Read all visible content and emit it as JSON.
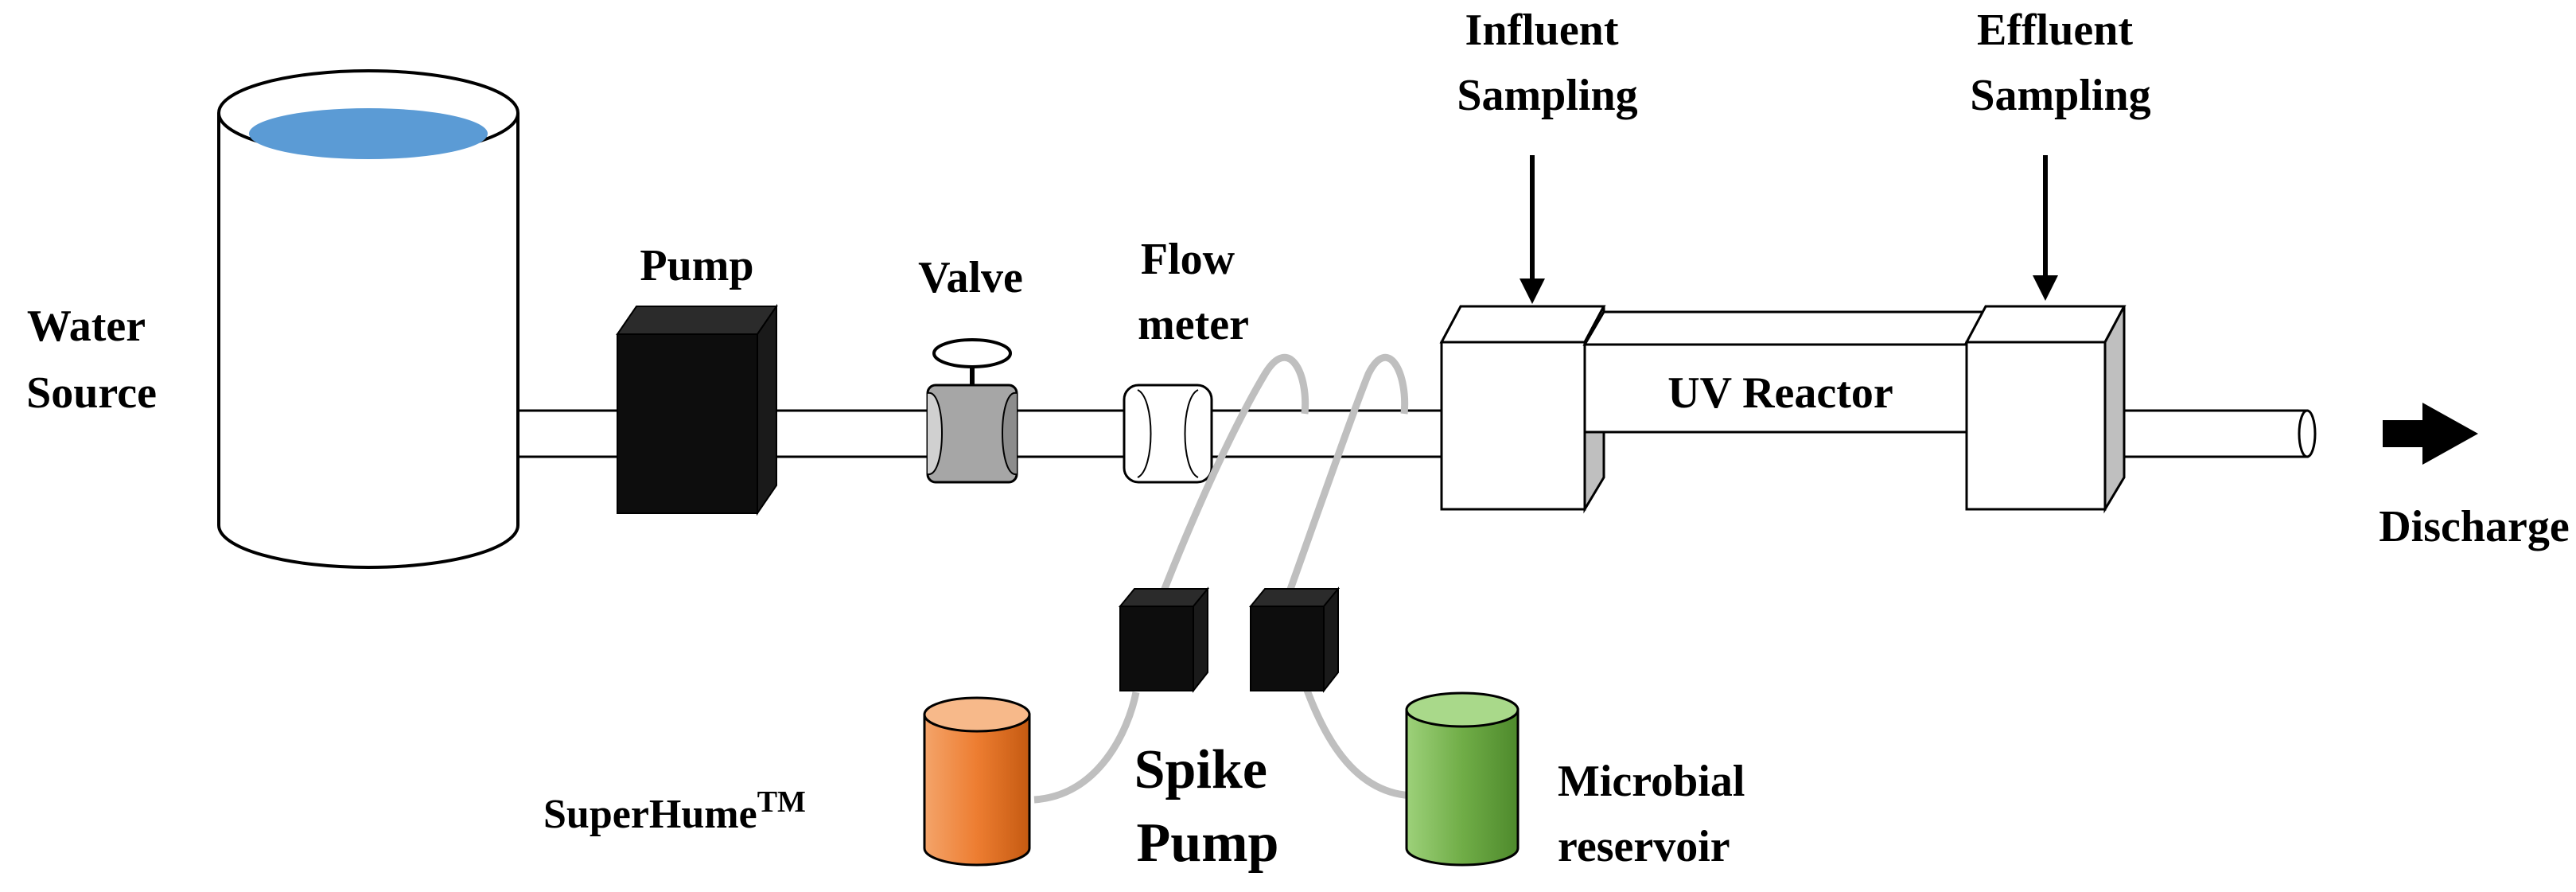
{
  "diagram": {
    "labels": {
      "water_source_line1": "Water",
      "water_source_line2": "Source",
      "pump": "Pump",
      "valve": "Valve",
      "flow_meter_line1": "Flow",
      "flow_meter_line2": "meter",
      "influent_line1": "Influent",
      "influent_line2": "Sampling",
      "effluent_line1": "Effluent",
      "effluent_line2": "Sampling",
      "uv_reactor": "UV Reactor",
      "discharge": "Discharge",
      "superhume": "SuperHume",
      "superhume_tm": "TM",
      "spike_line1": "Spike",
      "spike_line2": "Pump",
      "microbial_line1": "Microbial",
      "microbial_line2": "reservoir"
    },
    "colors": {
      "water": "#5b9bd5",
      "superhume_tank": "#ed7d31",
      "microbial_tank": "#70ad47",
      "pump_body": "#0d0d0d",
      "valve_body": "#a6a6a6",
      "tubing": "#bfbfbf"
    }
  }
}
